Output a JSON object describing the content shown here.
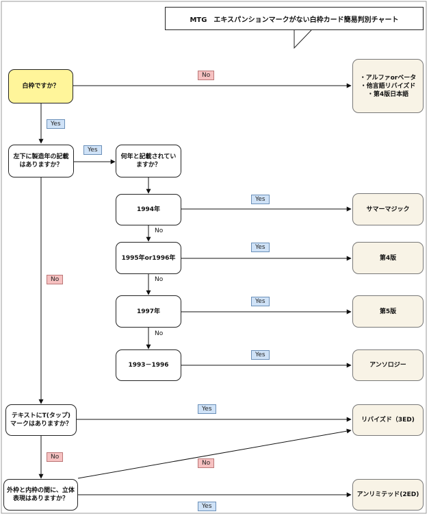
{
  "title": "MTG　エキスパンションマークがない白枠カード簡易判別チャート",
  "nodes": {
    "q_white_frame": "白枠ですか？",
    "q_copyright": "左下に製造年の記載\nはありますか？",
    "q_which_year": "何年と記載されてい\nますか？",
    "y1994": "1994年",
    "y1995_96": "1995年or1996年",
    "y1997": "1997年",
    "y1993_96": "1993－1996",
    "q_tap": "テキストにT(タップ)\nマークはありますか？",
    "q_bevel": "外枠と内枠の間に、立体\n表現はありますか？"
  },
  "results": {
    "alpha_beta": "・アルファorベータ\n・他言語リバイズド\n・第4版日本語",
    "summer_magic": "サマーマジック",
    "fourth": "第4版",
    "fifth": "第5版",
    "anthology": "アンソロジー",
    "revised": "リバイズド（3ED)",
    "unlimited": "アンリミテッド(2ED)"
  },
  "labels": {
    "yes": "Yes",
    "no": "No"
  }
}
